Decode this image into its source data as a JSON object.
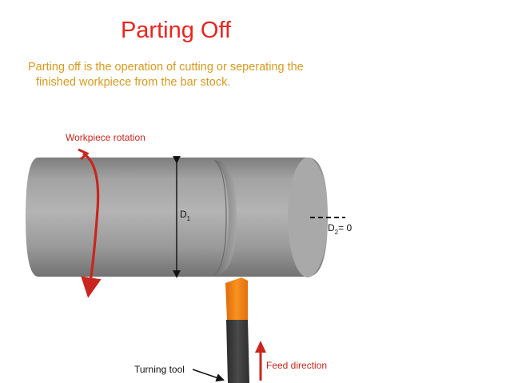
{
  "slide": {
    "title": "Parting Off",
    "description_line1": "Parting off is the operation of cutting or seperating the",
    "description_line2": "finished workpiece from the bar stock."
  },
  "diagram": {
    "labels": {
      "rotation": "Workpiece rotation",
      "d1_main": "D",
      "d1_sub": "1",
      "d2_main": "D",
      "d2_sub": "2",
      "d2_value": "= 0",
      "tool": "Turning tool",
      "feed": "Feed direction"
    },
    "colors": {
      "title": "#e8251f",
      "description": "#d99a1e",
      "arrow_red": "#c8261e",
      "tool_insert": "#f07d12",
      "tool_shank": "#3a3a3a",
      "cylinder": "#9c9c9c"
    }
  }
}
